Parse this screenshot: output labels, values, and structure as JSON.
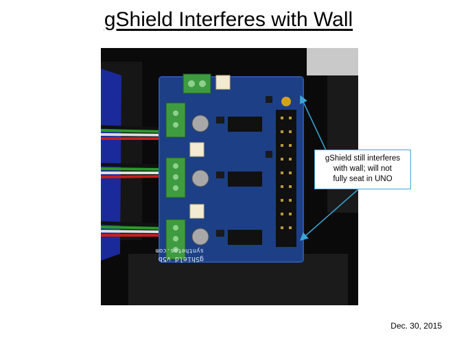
{
  "slide": {
    "title": "gShield Interferes with Wall",
    "date": "Dec. 30, 2015"
  },
  "callout": {
    "line1": "gShield still interferes",
    "line2": "with wall; will not",
    "line3": "fully seat in UNO"
  },
  "board": {
    "label": "gShield v5b",
    "site": "synthetos.com"
  },
  "colors": {
    "board_blue": "#1c3f86",
    "callout_border": "#3aa6d6",
    "terminal_green": "#3f9b3f"
  }
}
